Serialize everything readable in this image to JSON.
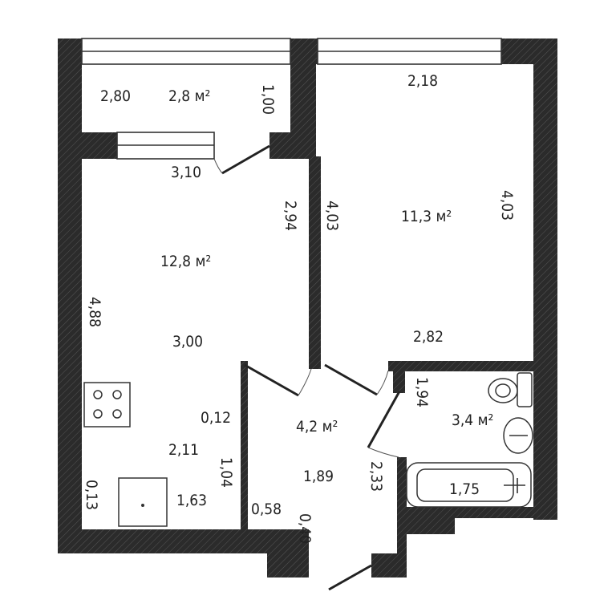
{
  "rooms": {
    "balcony": {
      "area": "2,8 м²",
      "width": "2,80",
      "depth": "1,00"
    },
    "kitchen": {
      "area": "12,8 м²",
      "top": "3,10",
      "right": "2,94",
      "left": "4,88",
      "mid": "3,00",
      "small_a": "0,12",
      "small_b": "2,11",
      "small_c": "1,04",
      "small_d": "0,13",
      "small_e": "1,63"
    },
    "living": {
      "area": "11,3 м²",
      "top": "2,18",
      "left": "4,03",
      "right": "4,03",
      "bottom": "2,82"
    },
    "hall": {
      "area": "4,2 м²",
      "mid": "1,89",
      "side": "2,33",
      "bottom_a": "0,58",
      "bottom_b": "0,40"
    },
    "bathroom": {
      "area": "3,4 м²",
      "side": "1,94",
      "bath": "1,75"
    }
  },
  "colors": {
    "wall": "#2b2b2b",
    "background": "#ffffff"
  },
  "fixtures": [
    "stove-icon",
    "sink-icon",
    "toilet-icon",
    "washbasin-icon",
    "bathtub-icon"
  ]
}
